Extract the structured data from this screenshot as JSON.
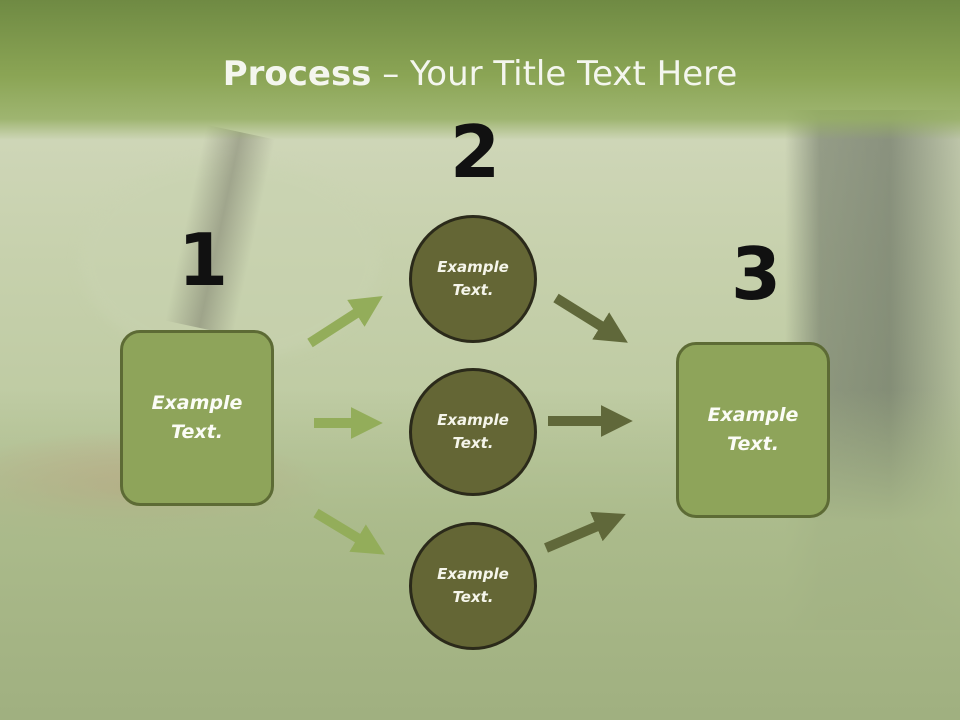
{
  "slide": {
    "title_bold": "Process",
    "title_rest": " – Your Title Text Here",
    "steps": [
      {
        "number": "1",
        "box_text": "Example\nText."
      },
      {
        "number": "2",
        "circles": [
          "Example\nText.",
          "Example\nText.",
          "Example\nText."
        ]
      },
      {
        "number": "3",
        "box_text": "Example\nText."
      }
    ]
  },
  "colors": {
    "header_green": "#8ba555",
    "box_fill": "#8ea45a",
    "circle_fill": "#646635",
    "arrow_light": "#93ad5a",
    "arrow_dark": "#60683a"
  }
}
